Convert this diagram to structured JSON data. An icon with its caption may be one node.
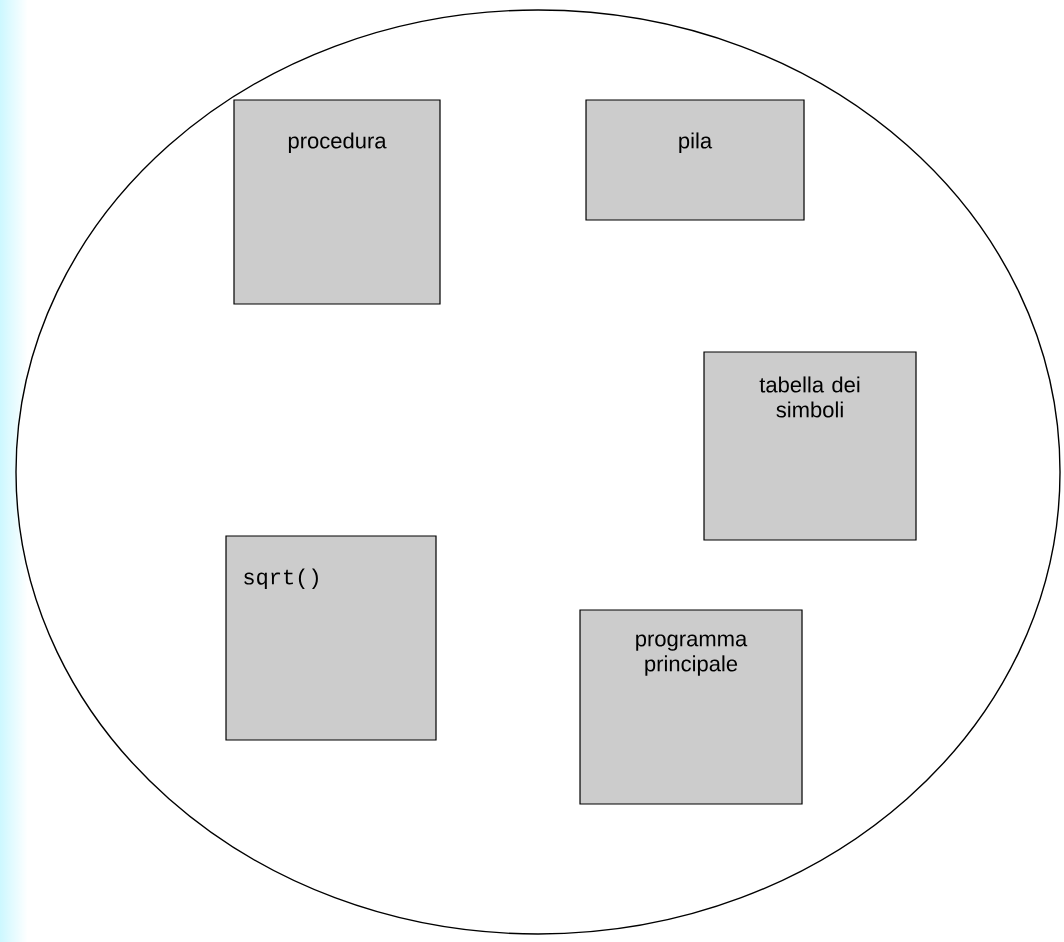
{
  "diagram": {
    "nodes": [
      {
        "text": [],
        "shape": "ellipse"
      },
      {
        "text": [
          "procedura"
        ],
        "in": 0
      },
      {
        "text": [
          "pila"
        ],
        "in": 0
      },
      {
        "text": [
          "tabella dei simboli"
        ],
        "in": 0
      },
      {
        "text": [
          "sqrt()"
        ],
        "in": 0
      },
      {
        "text": [
          "programma principale"
        ],
        "in": 0
      }
    ]
  }
}
